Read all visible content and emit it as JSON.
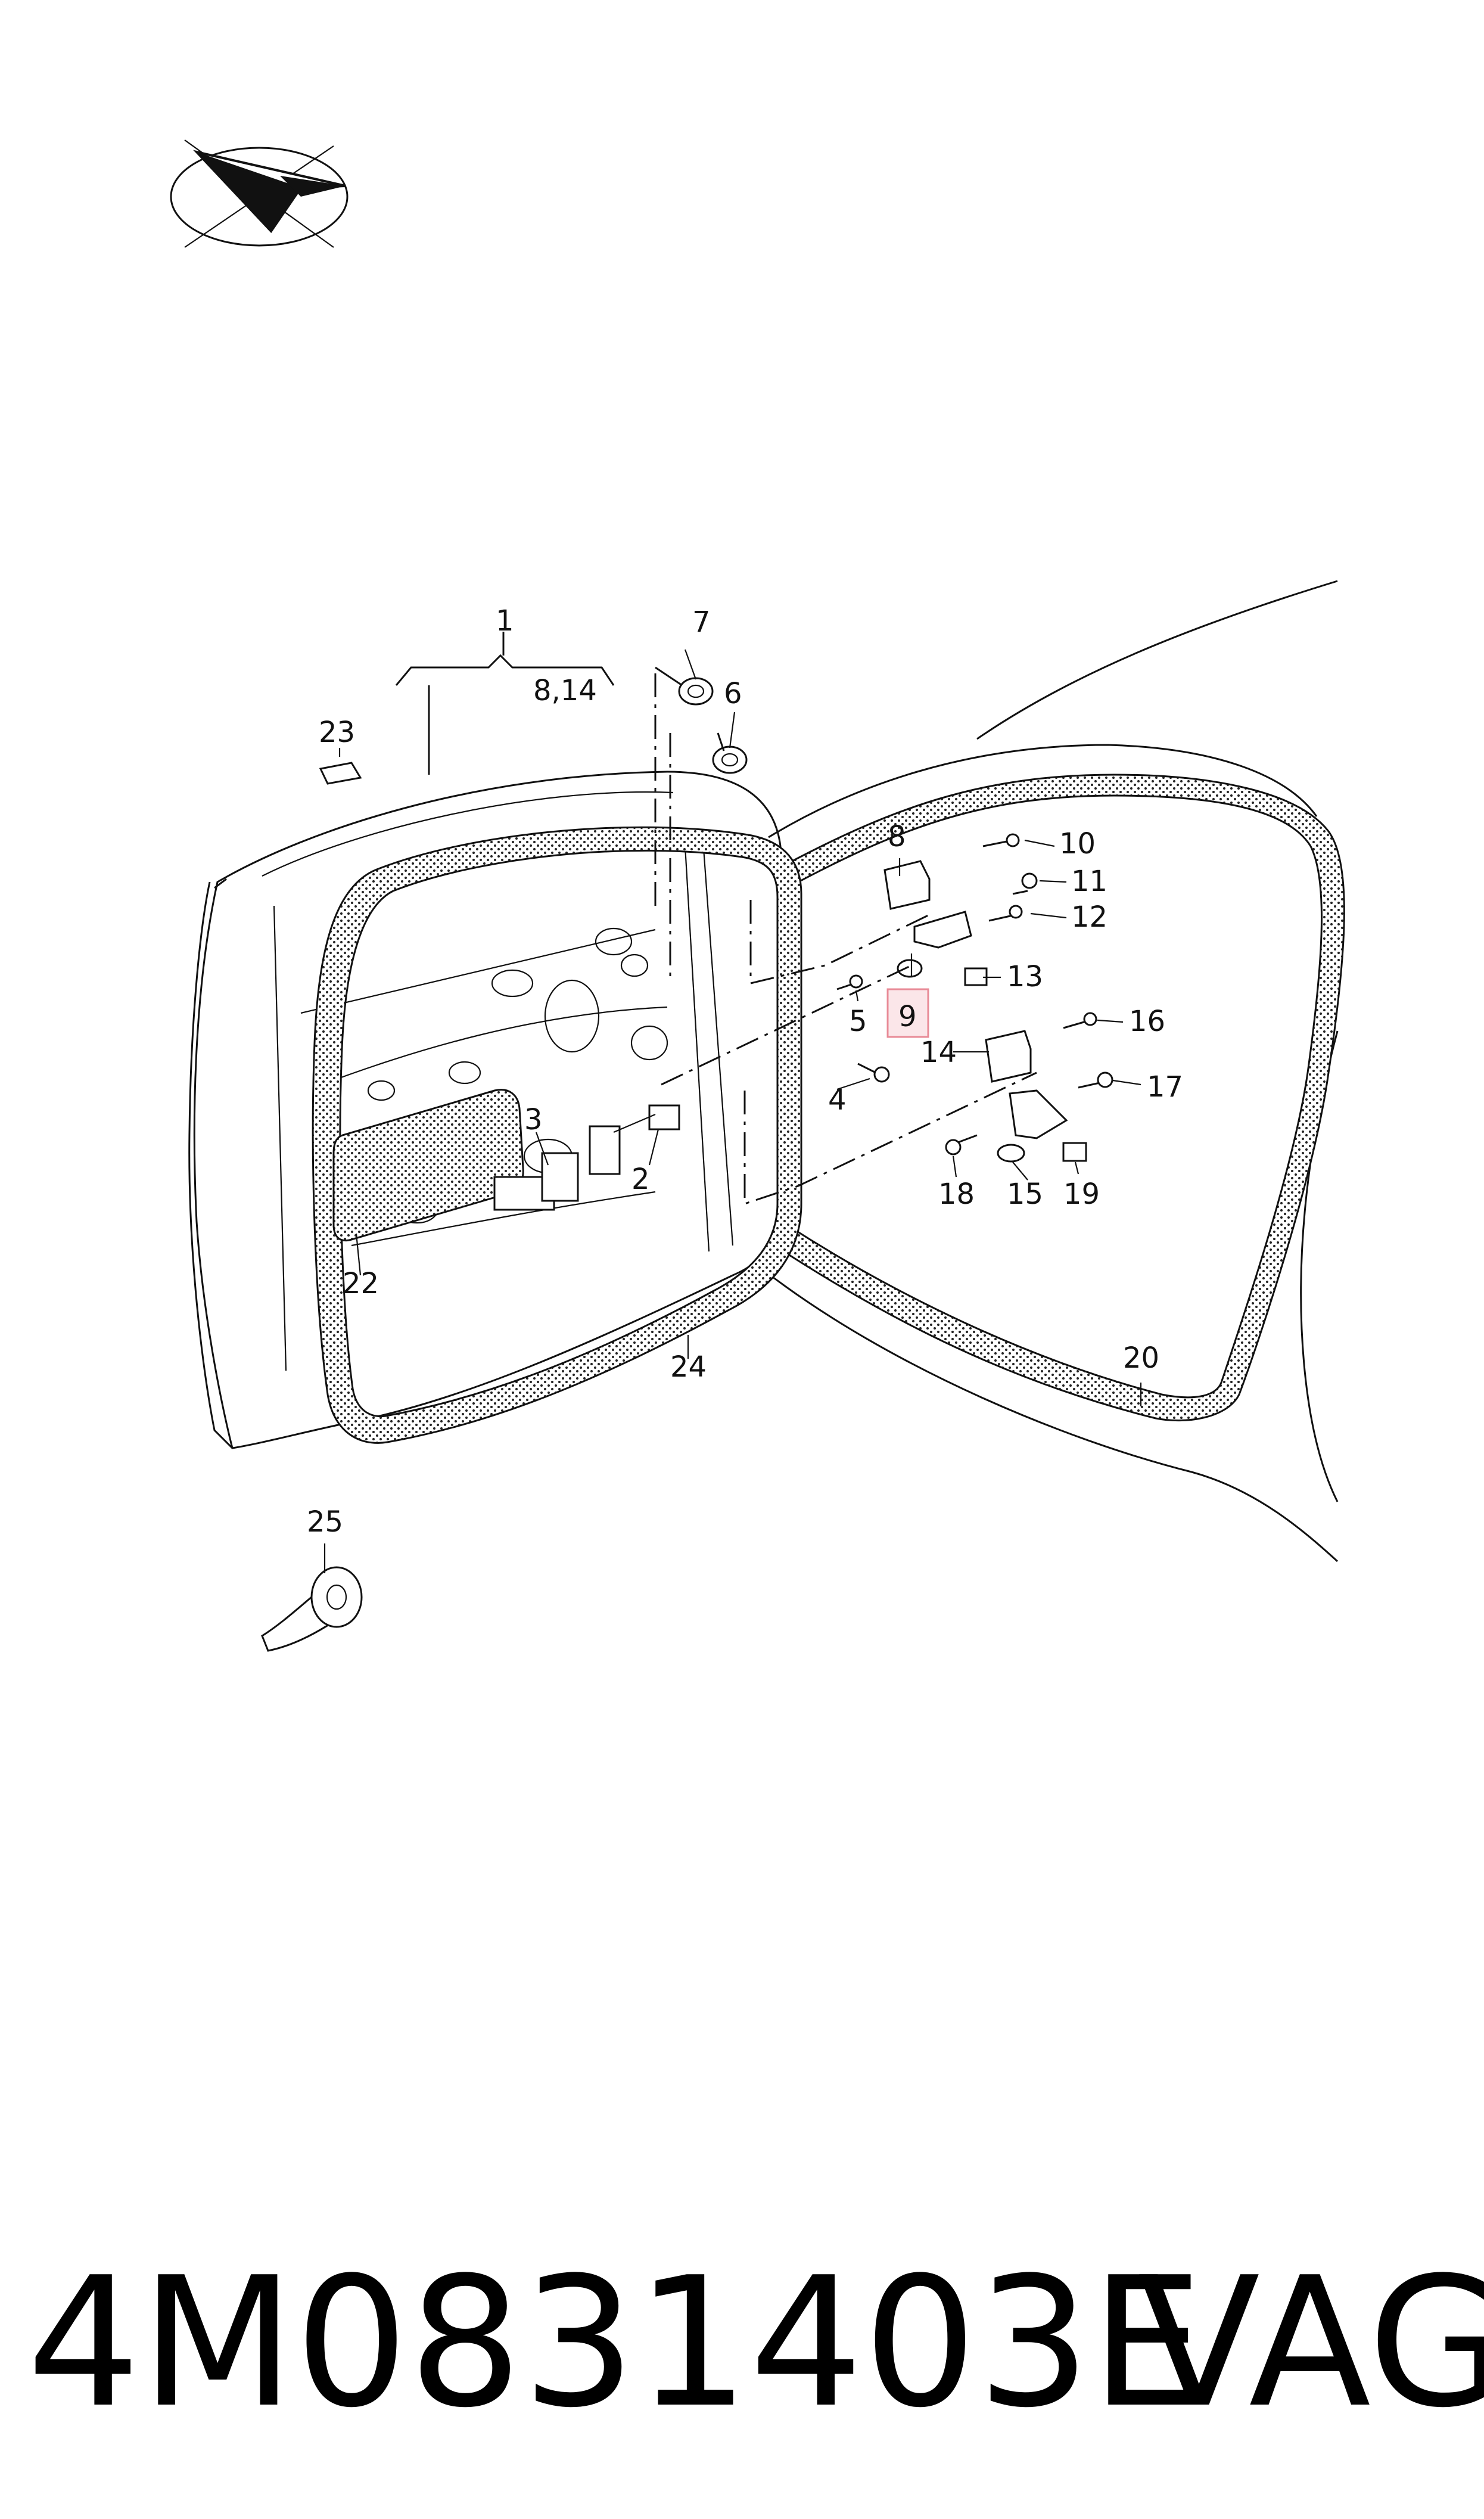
{
  "diagram": {
    "callouts": {
      "c1": "1",
      "c8_14": "8,14",
      "c23": "23",
      "c7": "7",
      "c6": "6",
      "c8": "8",
      "c10": "10",
      "c11": "11",
      "c12": "12",
      "c13": "13",
      "c5": "5",
      "c9": "9",
      "c14": "14",
      "c16": "16",
      "c17": "17",
      "c4": "4",
      "c3": "3",
      "c2": "2",
      "c22": "22",
      "c18": "18",
      "c15": "15",
      "c19": "19",
      "c24": "24",
      "c20": "20",
      "c25": "25"
    },
    "highlight_color": "#e88a96"
  },
  "footer": {
    "part_number": "4M0831403E",
    "brand": "VAG"
  }
}
